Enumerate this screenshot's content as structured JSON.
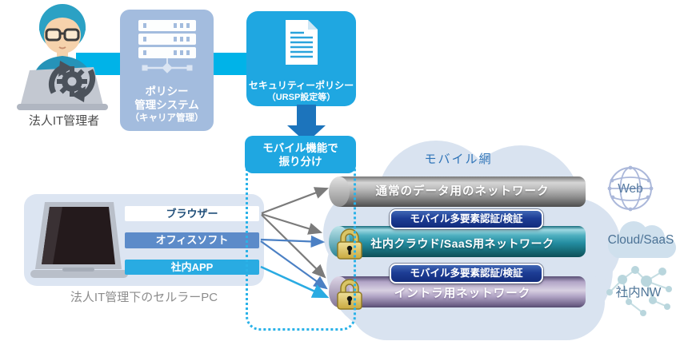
{
  "admin": {
    "label": "法人IT管理者",
    "icon": "admin-person-with-sync-gear"
  },
  "policy_box": {
    "line1": "ポリシー",
    "line2": "管理システム",
    "line3": "（キャリア管理）",
    "icon": "server-icon"
  },
  "security_box": {
    "line1": "セキュリティーポリシー",
    "line2": "（URSP設定等）",
    "icon": "document-icon"
  },
  "routing_box": {
    "line1": "モバイル機能で",
    "line2": "振り分け"
  },
  "pc": {
    "apps": [
      {
        "label": "ブラウザー"
      },
      {
        "label": "オフィスソフト"
      },
      {
        "label": "社内APP"
      }
    ],
    "caption": "法人IT管理下のセルラーPC"
  },
  "mobile_network": {
    "label": "モバイル網"
  },
  "networks": [
    {
      "label": "通常のデータ用のネットワーク",
      "badge": "",
      "lock": false,
      "color": "gray"
    },
    {
      "label": "社内クラウド/SaaS用ネットワーク",
      "badge": "モバイル多要素認証/検証",
      "lock": true,
      "color": "teal"
    },
    {
      "label": "イントラ用ネットワーク",
      "badge": "モバイル多要素認証/検証",
      "lock": true,
      "color": "purple"
    }
  ],
  "destinations": [
    {
      "label": "Web",
      "icon": "globe-icon"
    },
    {
      "label": "Cloud/SaaS",
      "icon": "cloud-icon"
    },
    {
      "label": "社内NW",
      "icon": "network-icon"
    }
  ],
  "colors": {
    "flow_band": "#00b3e8",
    "policy_box_bg": "#a3bcde",
    "cyan_box_bg": "#1fa7e1",
    "down_arrow": "#1c74bc",
    "office_bar": "#5c8bc9",
    "app_bar": "#29abe2",
    "badge_navy": "#1d3d95",
    "pipe_gray": "#8e8e8e",
    "pipe_teal": "#238ca0",
    "pipe_purple": "#b0a3c4",
    "lock_gold": "#d9c566",
    "cloud_bg": "#d9e3f0",
    "cloud_label_blue": "#2f74b8",
    "dest_label_blue": "#4c7396"
  }
}
